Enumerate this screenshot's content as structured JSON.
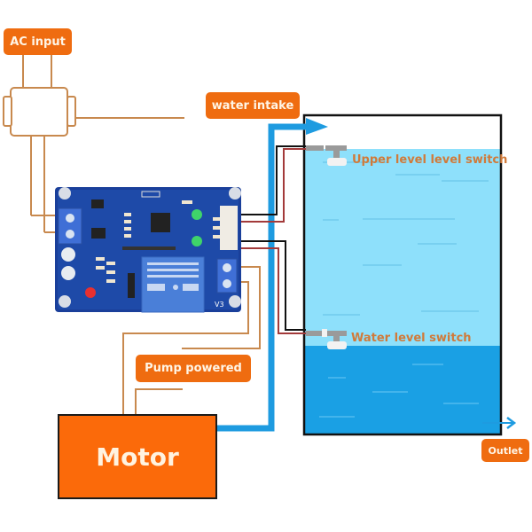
{
  "labels": {
    "ac_input": "AC input",
    "water_intake": "water intake",
    "pump_powered": "Pump powered",
    "motor": "Motor",
    "outlet": "Outlet",
    "upper_switch": "Upper level level switch",
    "water_level_switch": "Water level switch"
  },
  "board": {
    "silkscreen": "V3"
  },
  "colors": {
    "label_orange": "#ef6c10",
    "motor_orange": "#fb6a0a",
    "wire_brown": "#c8894e",
    "pipe_blue": "#1e9be0",
    "tank_water_light": "#8ee0fb",
    "tank_water_dark": "#1a9fe2",
    "pcb_blue": "#1a3f9a"
  }
}
